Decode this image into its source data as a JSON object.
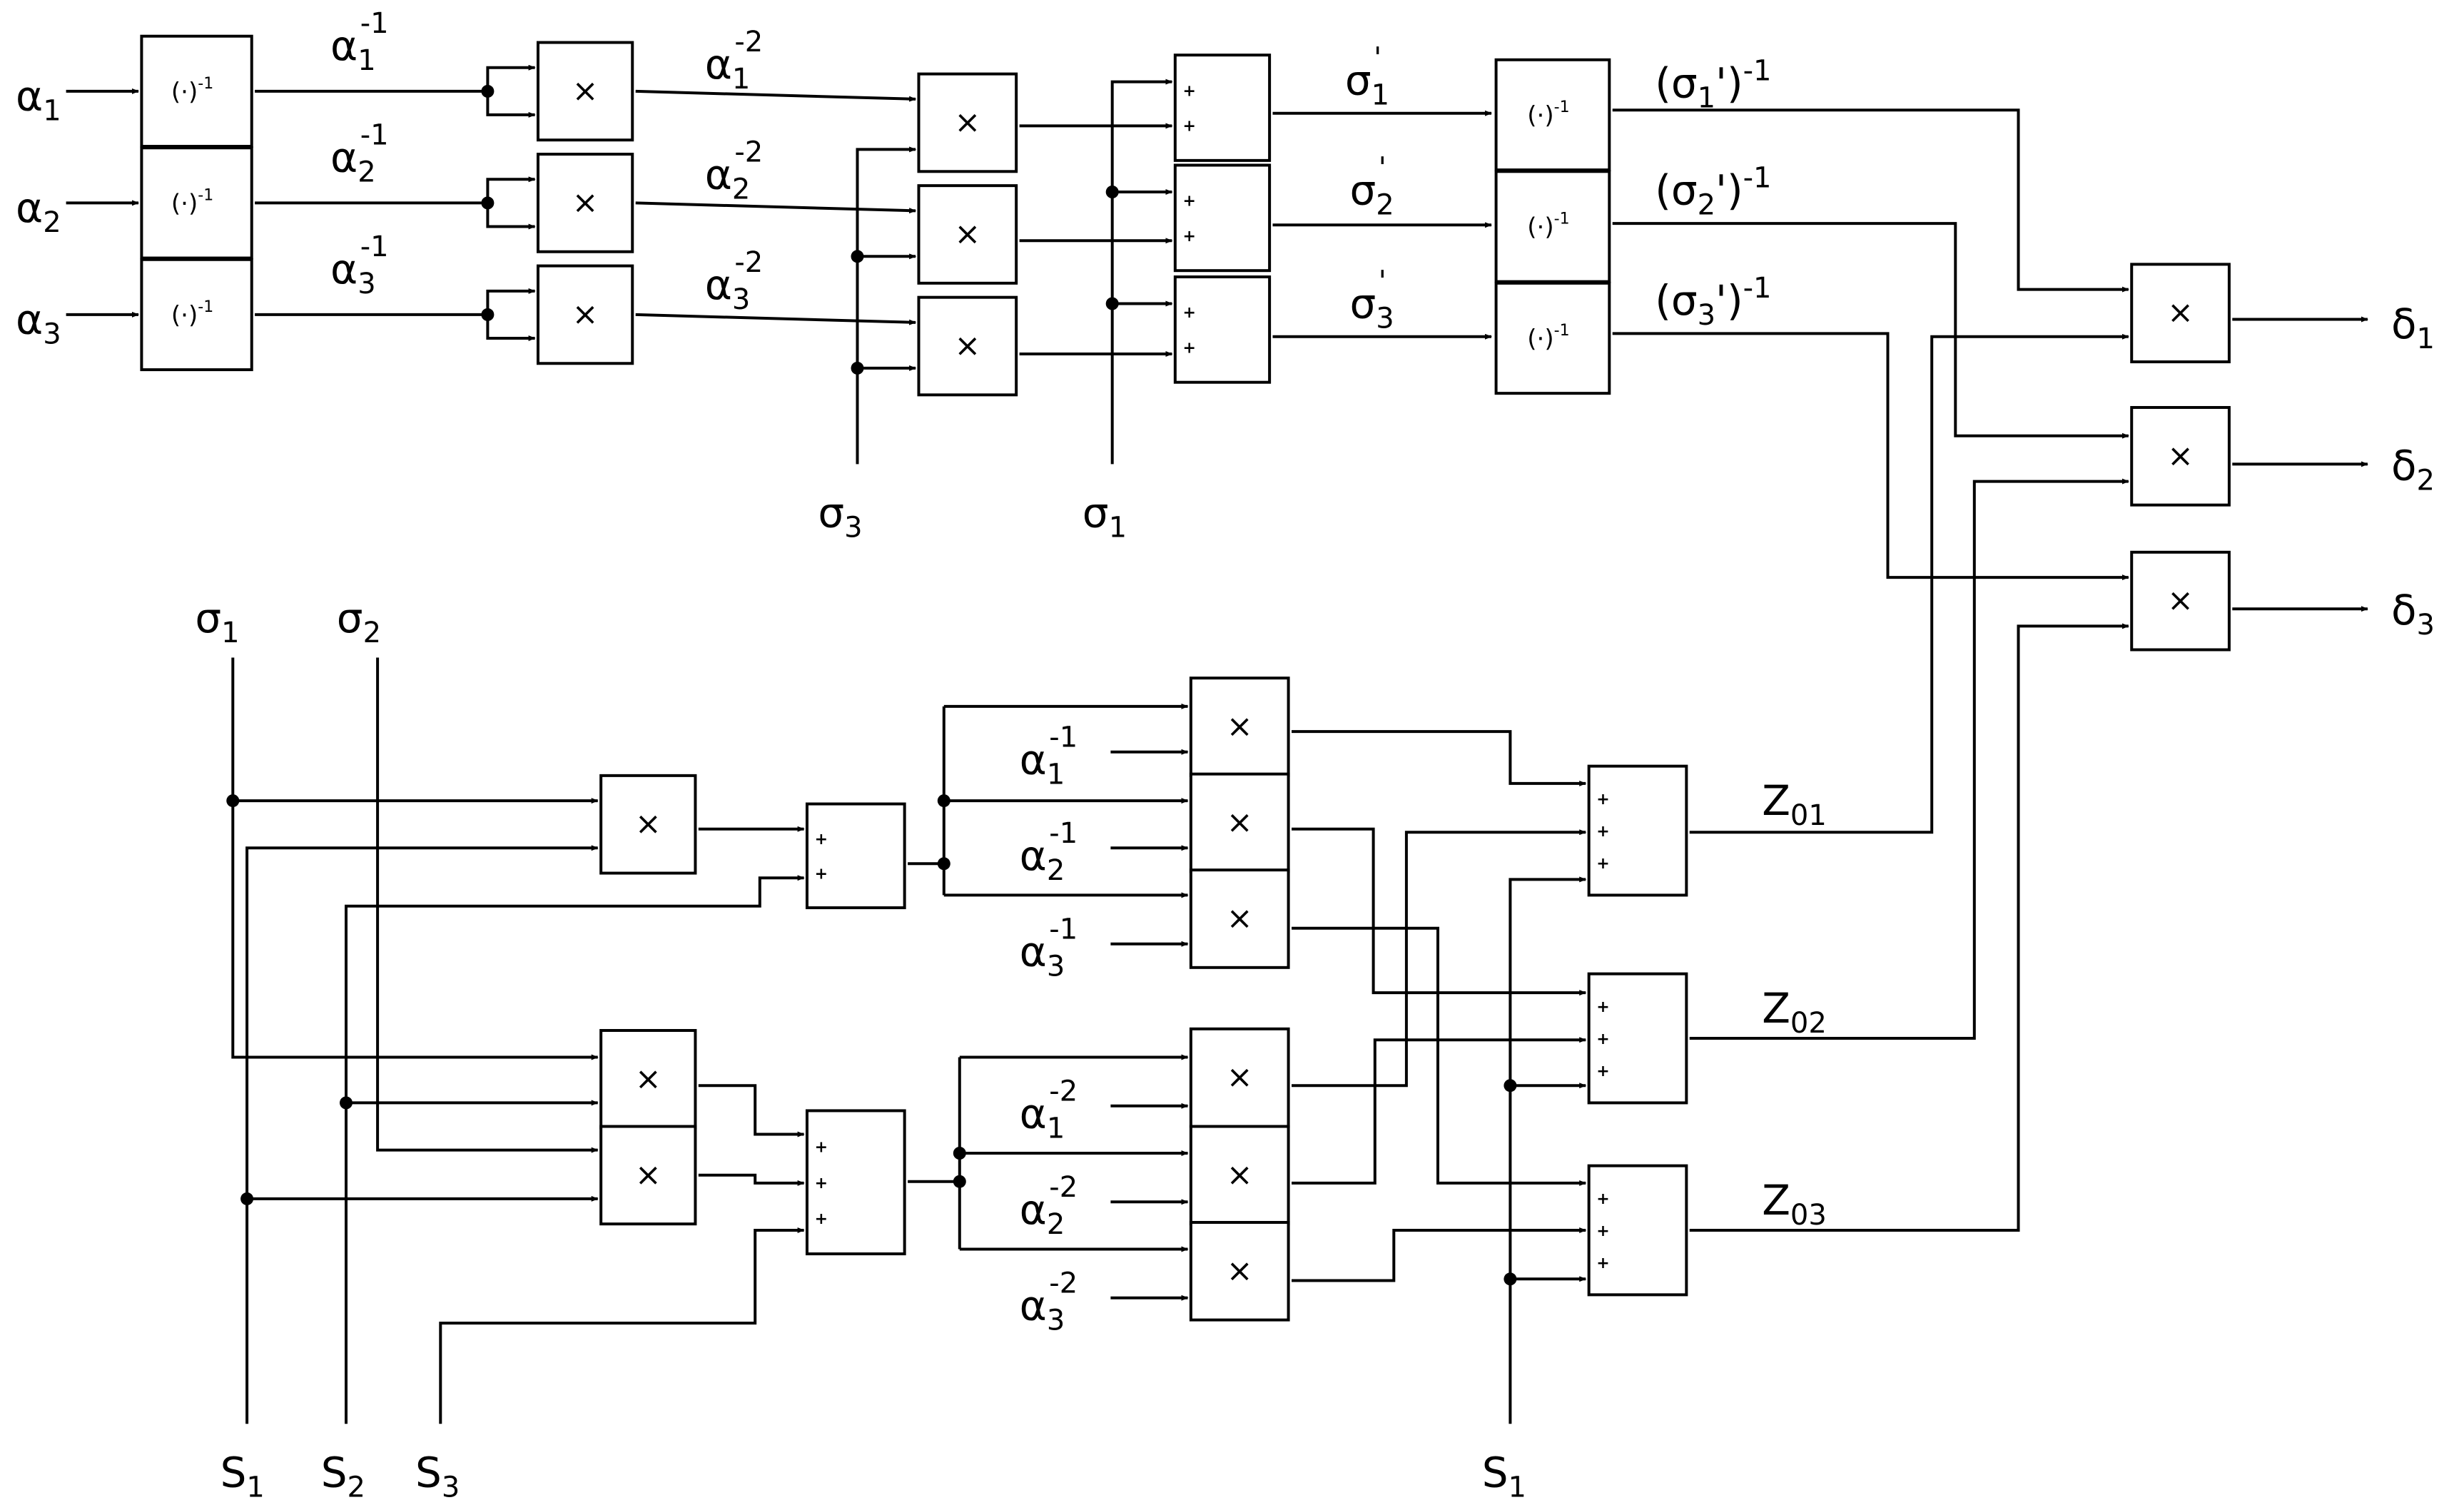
{
  "blocks": {
    "inv": "(·)",
    "inv_exp": "-1",
    "mul": "×",
    "add": "+"
  },
  "labels": {
    "a1": {
      "base": "α",
      "sub": "1"
    },
    "a2": {
      "base": "α",
      "sub": "2"
    },
    "a3": {
      "base": "α",
      "sub": "3"
    },
    "a1_inv": {
      "base": "α",
      "sub": "1",
      "sup": "-1"
    },
    "a2_inv": {
      "base": "α",
      "sub": "2",
      "sup": "-1"
    },
    "a3_inv": {
      "base": "α",
      "sub": "3",
      "sup": "-1"
    },
    "a1_inv2": {
      "base": "α",
      "sub": "1",
      "sup": "-2"
    },
    "a2_inv2": {
      "base": "α",
      "sub": "2",
      "sup": "-2"
    },
    "a3_inv2": {
      "base": "α",
      "sub": "3",
      "sup": "-2"
    },
    "sigma1": {
      "base": "σ",
      "sub": "1"
    },
    "sigma2": {
      "base": "σ",
      "sub": "2"
    },
    "sigma3": {
      "base": "σ",
      "sub": "3"
    },
    "sigma1p": {
      "base": "σ",
      "sub": "1",
      "sup": "'"
    },
    "sigma2p": {
      "base": "σ",
      "sub": "2",
      "sup": "'"
    },
    "sigma3p": {
      "base": "σ",
      "sub": "3",
      "sup": "'"
    },
    "sigma1p_inv": {
      "pre": "(σ",
      "sub": "1",
      "mid": "')",
      "sup": "-1"
    },
    "sigma2p_inv": {
      "pre": "(σ",
      "sub": "2",
      "mid": "')",
      "sup": "-1"
    },
    "sigma3p_inv": {
      "pre": "(σ",
      "sub": "3",
      "mid": "')",
      "sup": "-1"
    },
    "delta1": {
      "base": "δ",
      "sub": "1"
    },
    "delta2": {
      "base": "δ",
      "sub": "2"
    },
    "delta3": {
      "base": "δ",
      "sub": "3"
    },
    "z01": {
      "base": "Z",
      "sub": "01"
    },
    "z02": {
      "base": "Z",
      "sub": "02"
    },
    "z03": {
      "base": "Z",
      "sub": "03"
    },
    "s1": {
      "base": "S",
      "sub": "1"
    },
    "s2": {
      "base": "S",
      "sub": "2"
    },
    "s3": {
      "base": "S",
      "sub": "3"
    }
  }
}
